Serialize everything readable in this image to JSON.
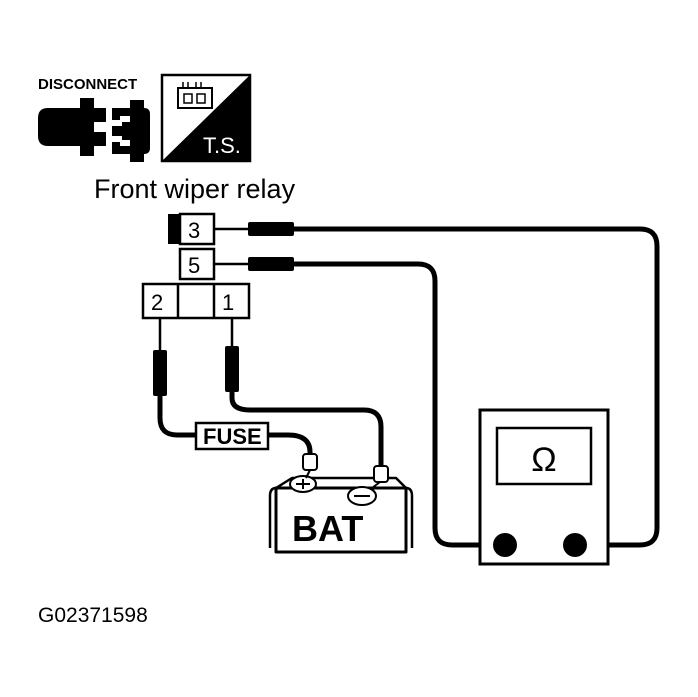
{
  "disconnect_label": "DISCONNECT",
  "ts_label": "T.S.",
  "relay_title": "Front wiper relay",
  "relay_terminals": [
    "3",
    "5",
    "2",
    "1"
  ],
  "fuse_label": "FUSE",
  "battery_label": "BAT",
  "meter_symbol": "Ω",
  "figure_code": "G02371598"
}
